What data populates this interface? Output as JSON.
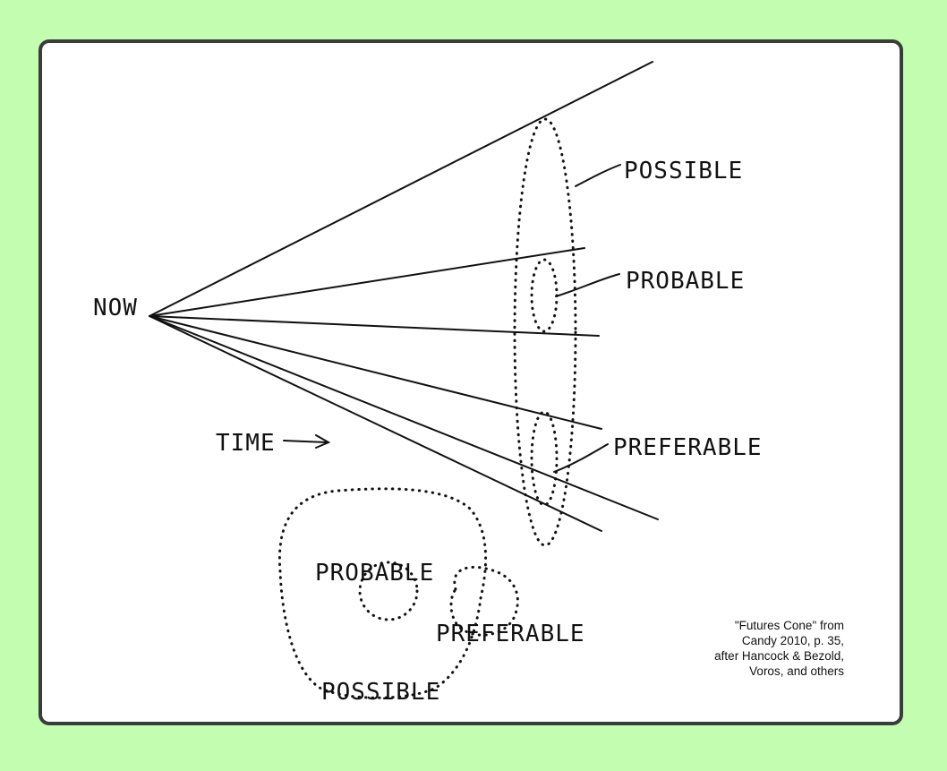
{
  "diagram": {
    "labels": {
      "now": "NOW",
      "time": "TIME",
      "possible": "POSSIBLE",
      "probable": "PROBABLE",
      "preferable": "PREFERABLE"
    },
    "venn_labels": {
      "probable": "PROBABLE",
      "preferable": "PREFERABLE",
      "possible": "POSSIBLE"
    },
    "caption": [
      "\"Futures Cone\" from",
      "Candy 2010, p. 35,",
      "after Hancock & Bezold,",
      "Voros, and others"
    ]
  },
  "colors": {
    "background": "#c3fdb0",
    "card": "#ffffff",
    "border": "#3a3c3b",
    "ink": "#111111"
  }
}
